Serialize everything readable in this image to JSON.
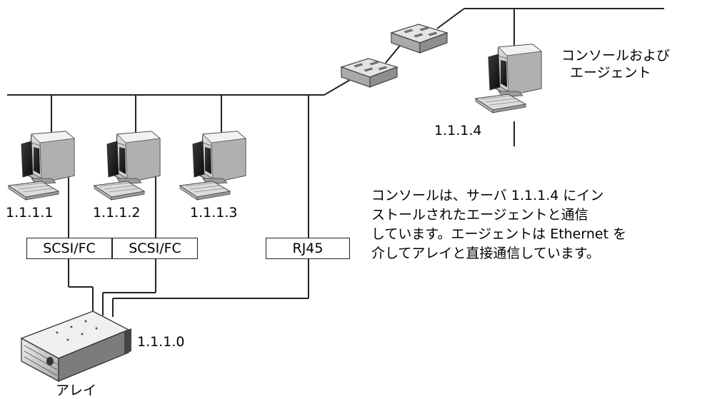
{
  "hosts": [
    {
      "ip": "1.1.1.1",
      "connection": "SCSI/FC"
    },
    {
      "ip": "1.1.1.2",
      "connection": "SCSI/FC"
    },
    {
      "ip": "1.1.1.3",
      "connection": ""
    }
  ],
  "array": {
    "ip": "1.1.1.0",
    "label": "アレイ",
    "connection": "RJ45"
  },
  "console": {
    "ip": "1.1.1.4",
    "label_line1": "コンソールおよび",
    "label_line2": "エージェント"
  },
  "description": [
    "コンソールは、サーバ 1.1.1.4 にイン",
    "ストールされたエージェントと通信",
    "しています。エージェントは Ethernet を",
    "介してアレイと直接通信しています。"
  ]
}
